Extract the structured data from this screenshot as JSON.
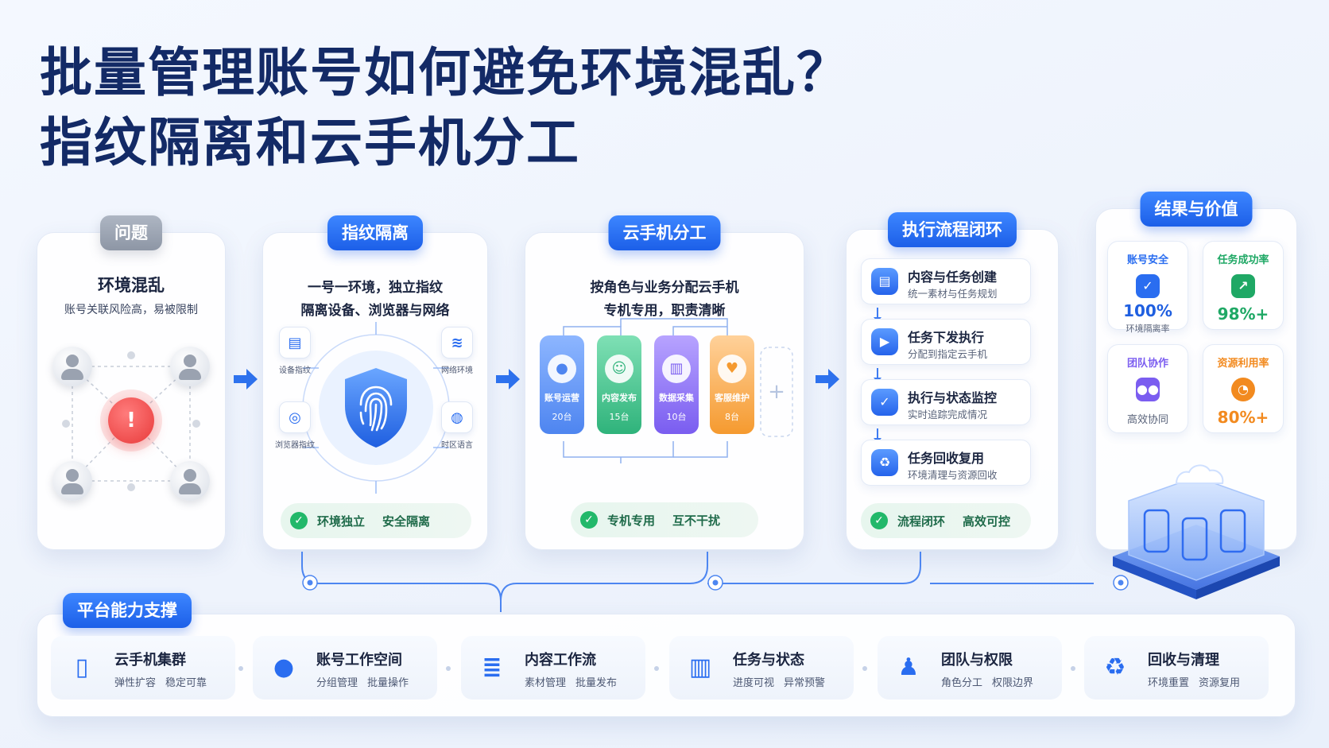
{
  "title": {
    "line1": "批量管理账号如何避免环境混乱？",
    "line2": "指纹隔离和云手机分工"
  },
  "problem": {
    "tag": "问题",
    "heading": "环境混乱",
    "desc": "账号关联风险高，易被限制",
    "alert_icon": "warning-user-icon"
  },
  "fingerprint": {
    "tag": "指纹隔离",
    "line1": "一号一环境，独立指纹",
    "line2": "隔离设备、浏览器与网络",
    "items": [
      "设备指纹",
      "网络环境",
      "浏览器指纹",
      "时区语言"
    ],
    "center_icon": "fingerprint-shield-icon",
    "footer": [
      "环境独立",
      "安全隔离"
    ]
  },
  "cloud": {
    "tag": "云手机分工",
    "line1": "按角色与业务分配云手机",
    "line2": "专机专用，职责清晰",
    "phones": [
      {
        "name": "账号运营",
        "count": "20台",
        "color": "#5b8def"
      },
      {
        "name": "内容发布",
        "count": "15台",
        "color": "#3fc08a"
      },
      {
        "name": "数据采集",
        "count": "10台",
        "color": "#8a6cf0"
      },
      {
        "name": "客服维护",
        "count": "8台",
        "color": "#f7a43c"
      }
    ],
    "footer": [
      "专机专用",
      "互不干扰"
    ]
  },
  "flow": {
    "tag": "执行流程闭环",
    "steps": [
      {
        "title": "内容与任务创建",
        "sub": "统一素材与任务规划"
      },
      {
        "title": "任务下发执行",
        "sub": "分配到指定云手机"
      },
      {
        "title": "执行与状态监控",
        "sub": "实时追踪完成情况"
      },
      {
        "title": "任务回收复用",
        "sub": "环境清理与资源回收"
      }
    ],
    "footer": [
      "流程闭环",
      "高效可控"
    ]
  },
  "results": {
    "tag": "结果与价值",
    "stats": [
      {
        "label": "账号安全",
        "value": "100%",
        "desc": "环境隔离率",
        "color": "#2a6df0"
      },
      {
        "label": "任务成功率",
        "value": "98%+",
        "desc": "",
        "color": "#1fa865"
      },
      {
        "label": "团队协作",
        "value": "",
        "desc": "高效协同",
        "color": "#7b5df0"
      },
      {
        "label": "资源利用率",
        "value": "80%+",
        "desc": "",
        "color": "#f28a1f"
      }
    ]
  },
  "platform": {
    "tag": "平台能力支撑",
    "items": [
      {
        "title": "云手机集群",
        "subs": [
          "弹性扩容",
          "稳定可靠"
        ],
        "icon": "cloud-phone-icon"
      },
      {
        "title": "账号工作空间",
        "subs": [
          "分组管理",
          "批量操作"
        ],
        "icon": "users-icon"
      },
      {
        "title": "内容工作流",
        "subs": [
          "素材管理",
          "批量发布"
        ],
        "icon": "layers-icon"
      },
      {
        "title": "任务与状态",
        "subs": [
          "进度可视",
          "异常预警"
        ],
        "icon": "chart-up-icon"
      },
      {
        "title": "团队与权限",
        "subs": [
          "角色分工",
          "权限边界"
        ],
        "icon": "user-check-icon"
      },
      {
        "title": "回收与清理",
        "subs": [
          "环境重置",
          "资源复用"
        ],
        "icon": "recycle-icon"
      }
    ]
  }
}
